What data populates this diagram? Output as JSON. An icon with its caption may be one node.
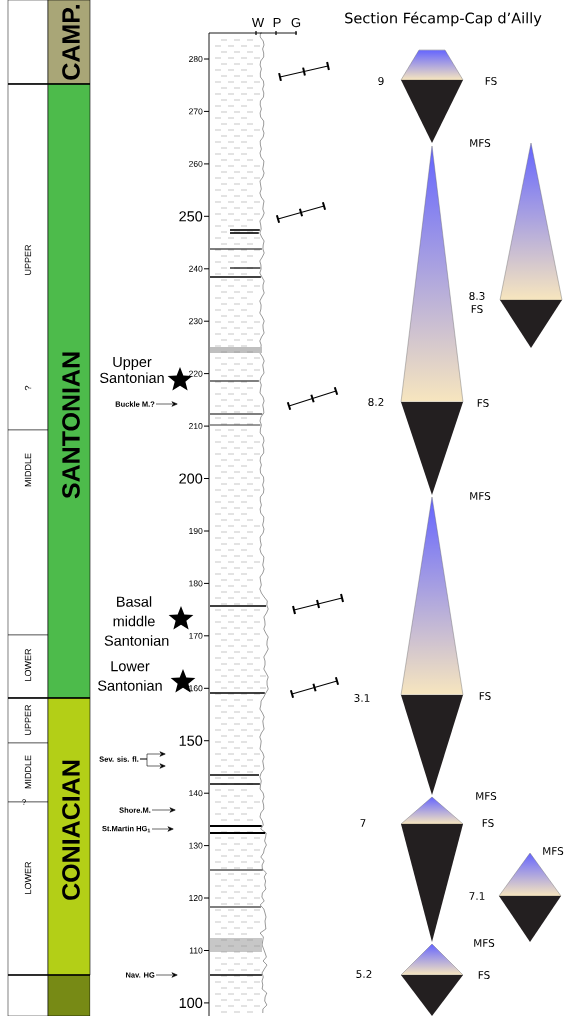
{
  "diagram": {
    "title": "Section Fécamp-Cap d’Ailly",
    "nodes": [
      {
        "text": [],
        "shape": "box"
      },
      {
        "text": [
          "UPPER",
          "?"
        ]
      },
      {
        "text": [
          "MIDDLE"
        ]
      },
      {
        "text": [
          "LOWER"
        ]
      },
      {
        "text": [
          "UPPER"
        ]
      },
      {
        "text": [
          "MIDDLE"
        ]
      },
      {
        "text": [
          "LOWER"
        ]
      },
      {
        "text": [],
        "shape": "box"
      },
      {
        "text": [
          "CAMP."
        ]
      },
      {
        "text": [
          "SANTONIAN"
        ]
      },
      {
        "text": [
          "CONIACIAN"
        ]
      },
      {
        "text": [],
        "shape": "bar"
      },
      {
        "text": [
          "Buckle M.?"
        ]
      },
      {
        "text": [
          "Sev. sis. fl."
        ]
      },
      {
        "text": [
          "Shore.M."
        ]
      },
      {
        "text": [
          "St.Martin HG$_{1}$"
        ]
      },
      {
        "text": [
          "Nav. HG"
        ]
      }
    ],
    "edges": [
      {
        "from": 12,
        "to": null,
        "arrow": "to"
      },
      {
        "from": 13,
        "to": null,
        "arrow": "to"
      },
      {
        "from": 13,
        "to": null,
        "arrow": "to"
      },
      {
        "from": 14,
        "to": null,
        "arrow": "to"
      },
      {
        "from": 15,
        "to": null,
        "arrow": "to"
      },
      {
        "from": 16,
        "to": null,
        "arrow": "to"
      }
    ],
    "labels": [
      "W",
      "P",
      "G",
      "280",
      "270",
      "260",
      "250",
      "240",
      "230",
      "220",
      "210",
      "200",
      "190",
      "180",
      "170",
      "160",
      "150",
      "140",
      "130",
      "120",
      "110",
      "100",
      "Upper Santonian",
      "Basal middle Santonian",
      "Lower Santonian",
      "?",
      "9",
      "FS",
      "MFS",
      "8.3",
      "FS",
      "8.2",
      "FS",
      "MFS",
      "3.1",
      "FS",
      "MFS",
      "7",
      "FS",
      "MFS",
      "7.1",
      "MFS",
      "5.2",
      "FS"
    ]
  }
}
